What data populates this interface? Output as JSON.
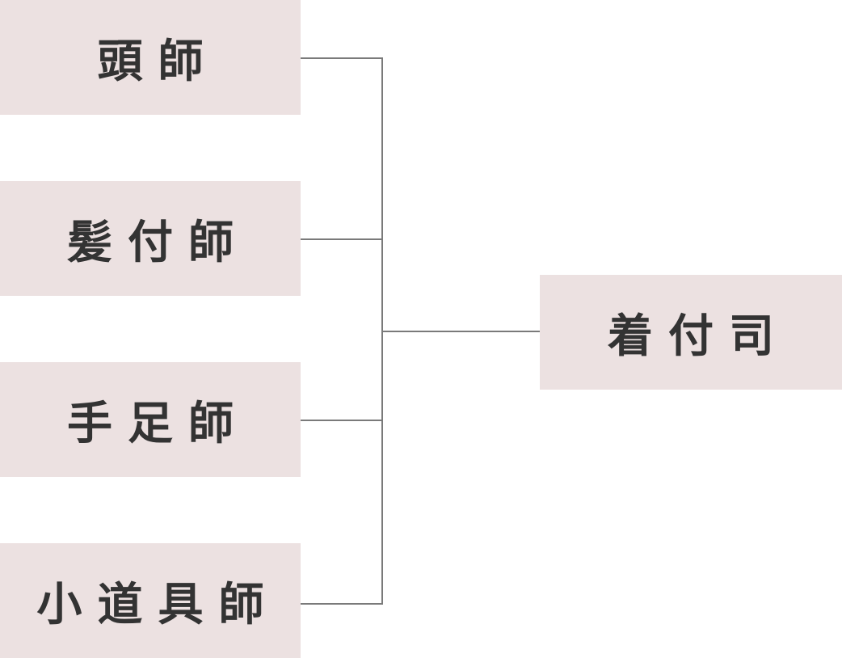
{
  "nodes": {
    "left": [
      {
        "label": "頭師"
      },
      {
        "label": "髪付師"
      },
      {
        "label": "手足師"
      },
      {
        "label": "小道具師"
      }
    ],
    "right": {
      "label": "着付司"
    }
  },
  "colors": {
    "box_fill": "#ece1e1",
    "text": "#333333",
    "connector": "#7a7a7a"
  }
}
